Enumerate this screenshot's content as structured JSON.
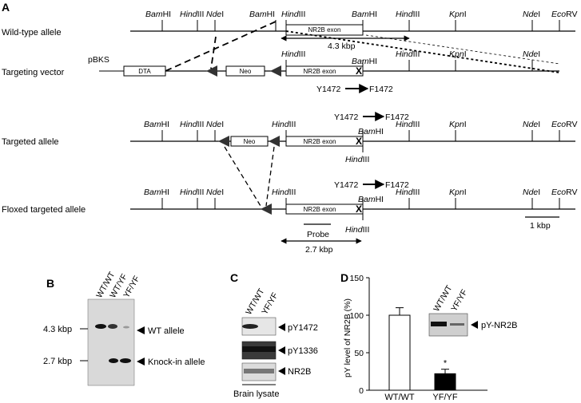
{
  "panels": {
    "a": "A",
    "b": "B",
    "c": "C",
    "d": "D"
  },
  "rows": {
    "wild_type": "Wild-type allele",
    "targeting_vector": "Targeting vector",
    "targeted": "Targeted allele",
    "floxed": "Floxed targeted allele"
  },
  "sites": {
    "bam_i": "Bam",
    "bam_s": "HI",
    "hind_i": "Hind",
    "hind_s": "III",
    "nde_i": "Nde",
    "nde_s": "I",
    "kpn_i": "Kpn",
    "kpn_s": "I",
    "eco_i": "Eco",
    "eco_s": "RV"
  },
  "boxes": {
    "exon": "NR2B exon",
    "neo": "Neo",
    "dta": "DTA",
    "pbks": "pBKS"
  },
  "mutation": {
    "mark": "X",
    "from": "Y1472",
    "to": "F1472"
  },
  "sizes": {
    "wt_fragment": "4.3 kbp",
    "ki_fragment": "2.7 kbp",
    "probe": "Probe",
    "scale": "1 kbp"
  },
  "blot_b": {
    "lanes": [
      "WT/WT",
      "WT/YF",
      "YF/YF"
    ],
    "marker_hi": "4.3 kbp",
    "marker_lo": "2.7 kbp",
    "band_wt": "WT allele",
    "band_ki": "Knock-in allele"
  },
  "blot_c": {
    "lanes": [
      "WT/WT",
      "YF/YF"
    ],
    "rows": [
      "pY1472",
      "pY1336",
      "NR2B"
    ],
    "footer": "Brain lysate"
  },
  "chart_data": {
    "type": "bar",
    "categories": [
      "WT/WT",
      "YF/YF"
    ],
    "values": [
      100,
      22
    ],
    "errors": [
      10,
      6
    ],
    "ylabel": "pY level of NR2B (%)",
    "yticks": [
      0,
      50,
      100,
      150
    ],
    "ylim": [
      0,
      150
    ],
    "bar_colors": [
      "#ffffff",
      "#000000"
    ],
    "significance": "*",
    "inset_lanes": [
      "WT/WT",
      "YF/YF"
    ],
    "inset_label": "pY-NR2B"
  }
}
